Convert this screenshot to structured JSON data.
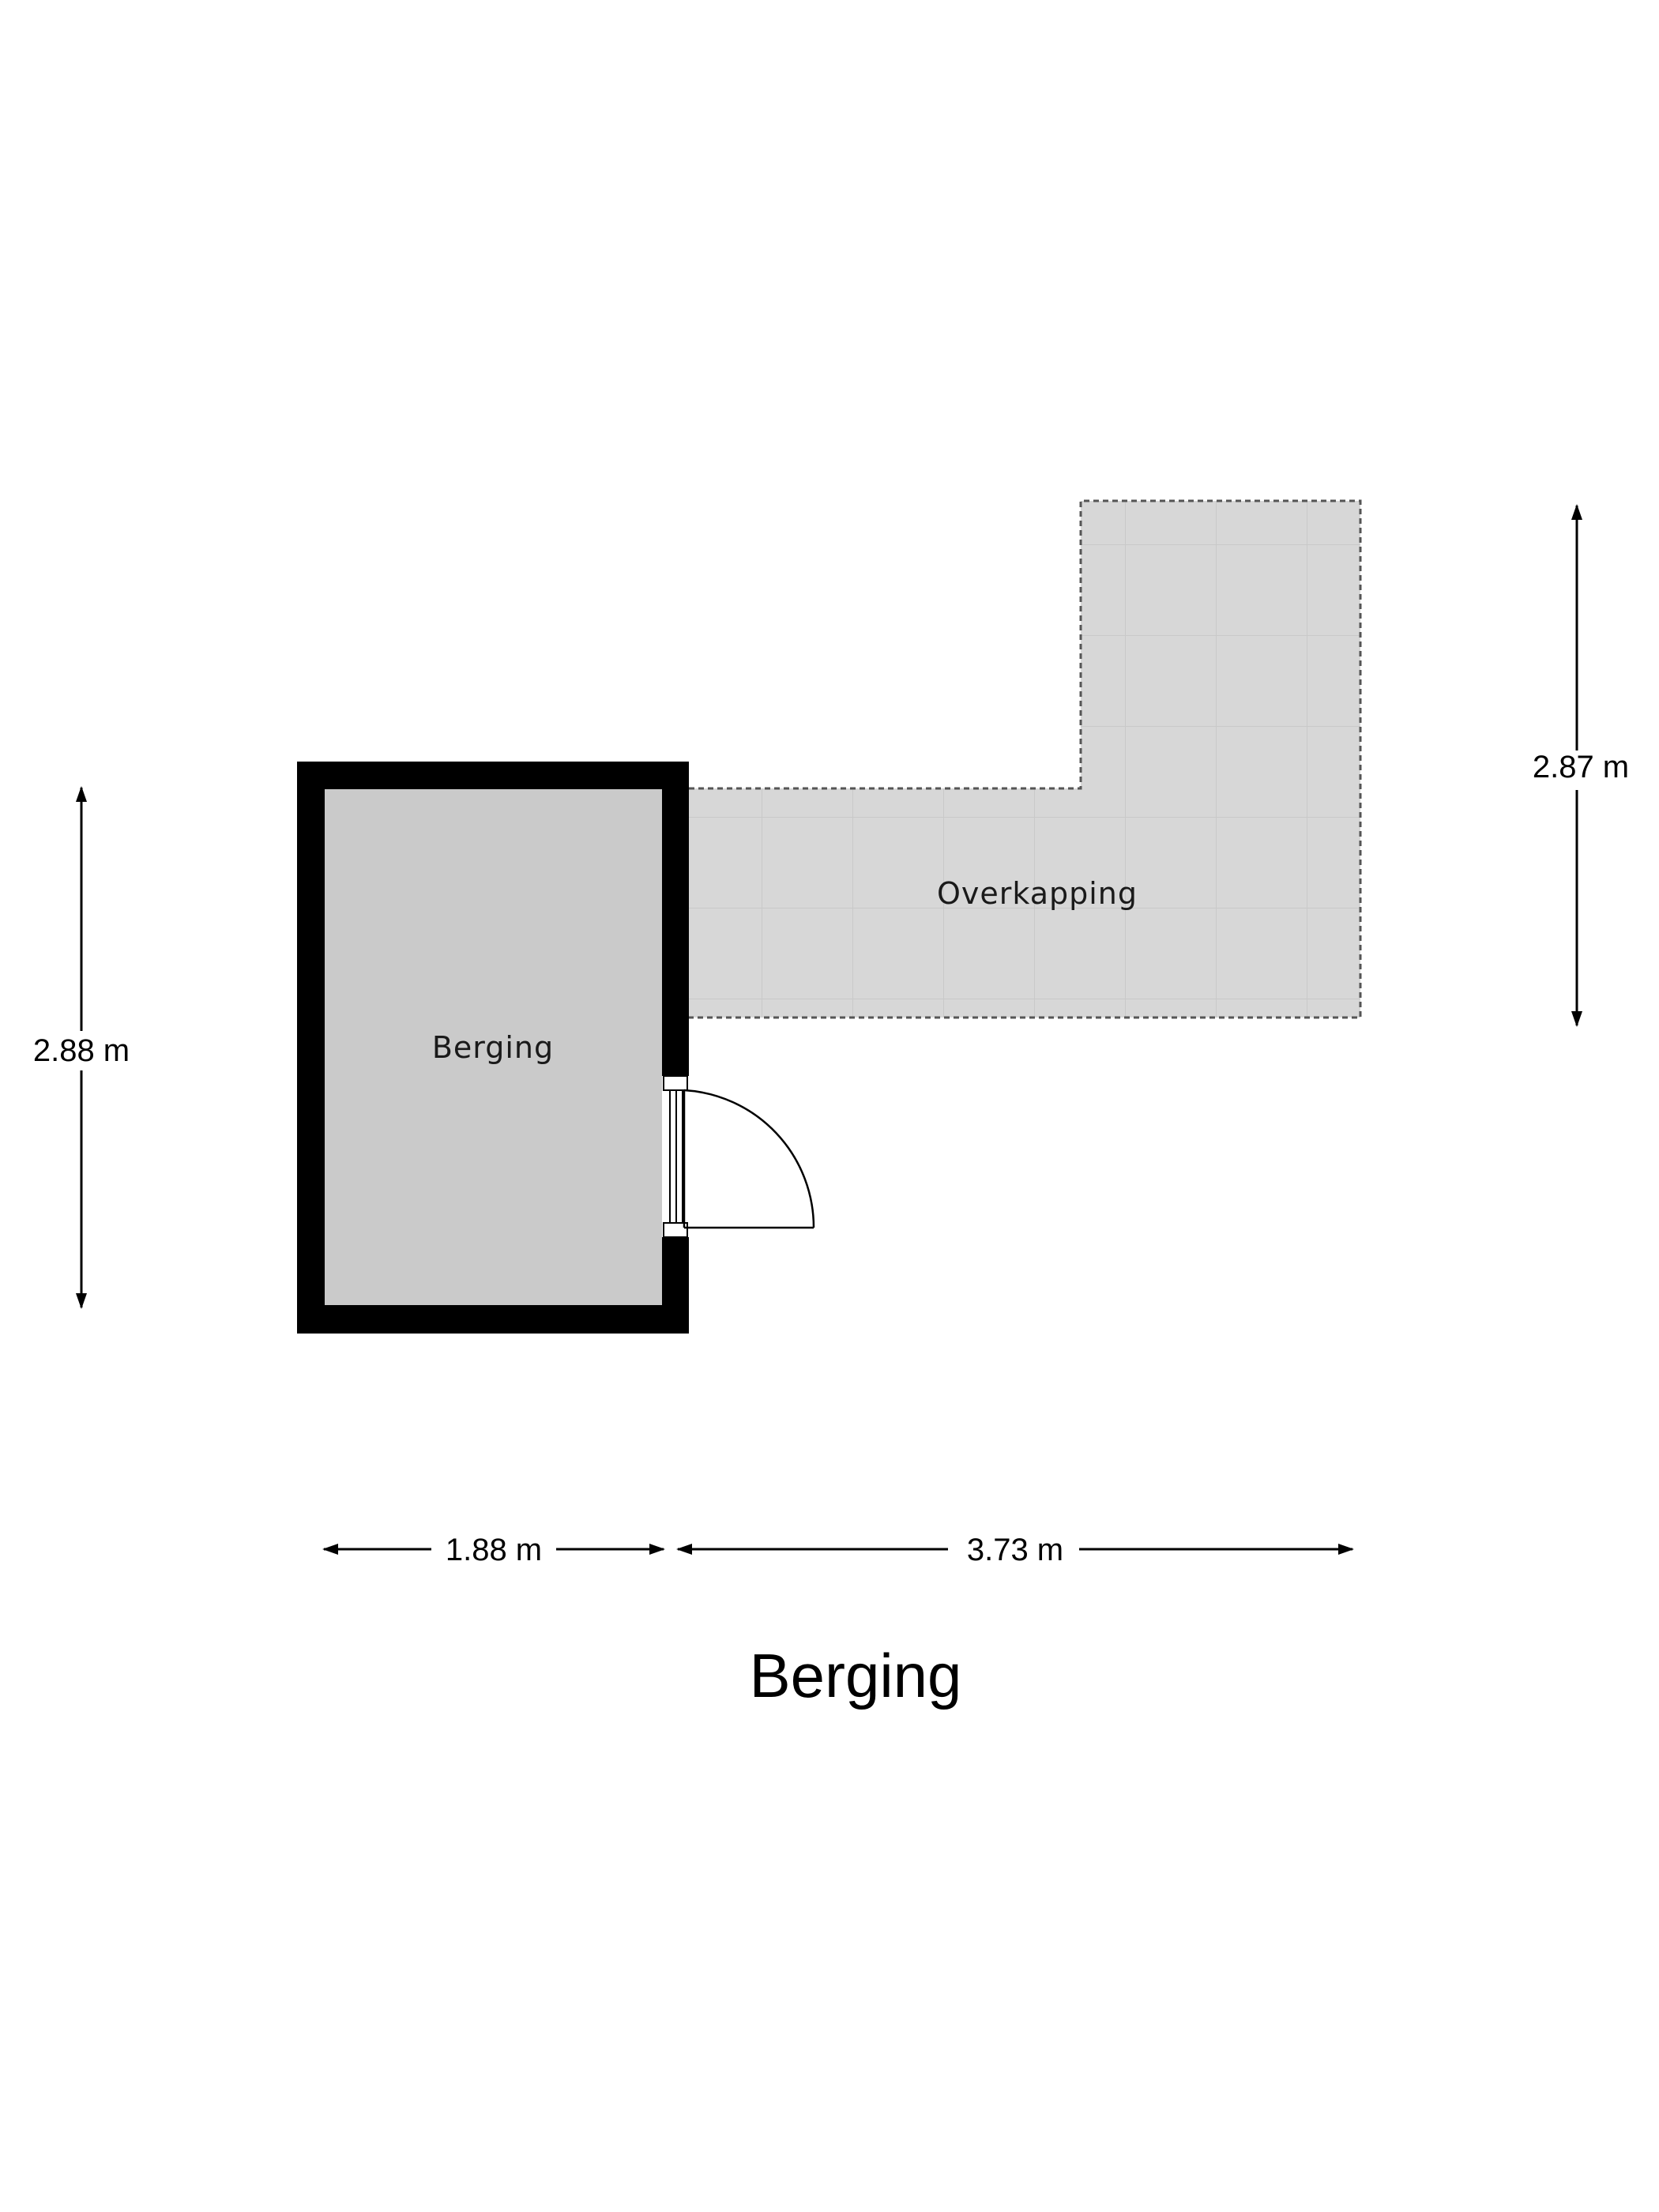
{
  "rooms": {
    "berging": {
      "label": "Berging"
    },
    "overkapping": {
      "label": "Overkapping"
    }
  },
  "dimensions": {
    "left_height": "2.88 m",
    "right_height": "2.87 m",
    "bottom_width_left": "1.88 m",
    "bottom_width_right": "3.73 m"
  },
  "title": "Berging",
  "colors": {
    "wall": "#000000",
    "berging_floor": "#cacaca",
    "overkapping_floor": "#d7d7d7",
    "tile_line": "#cbcbcb",
    "dashed_outline": "#555555"
  }
}
